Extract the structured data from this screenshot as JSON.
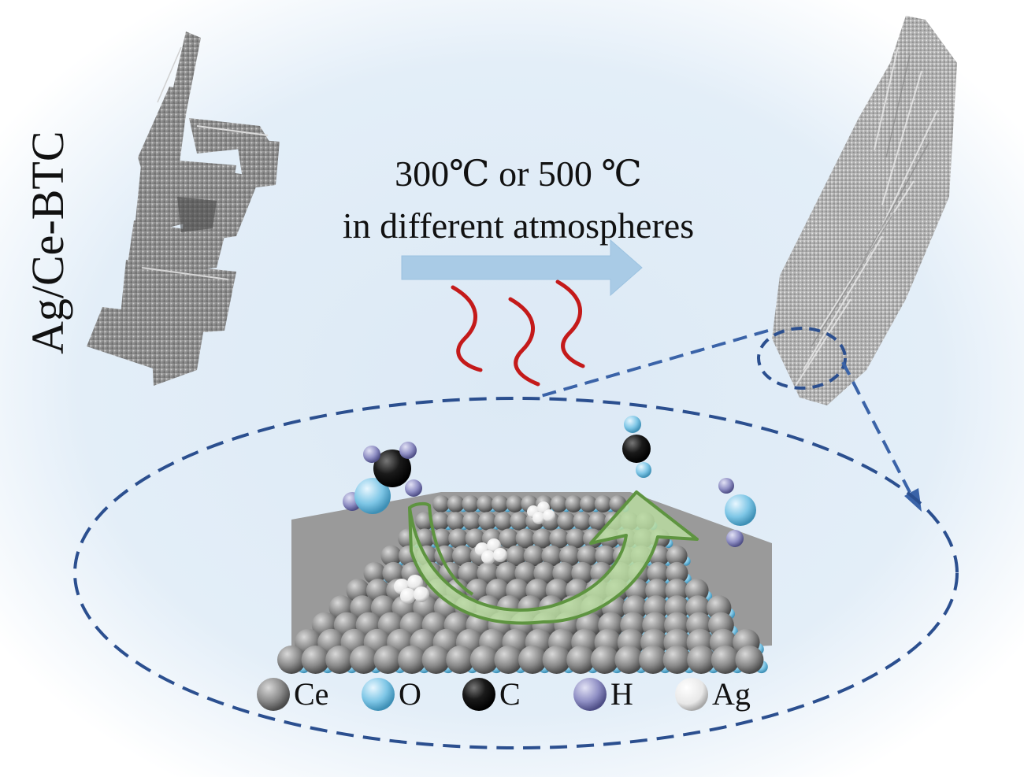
{
  "title_vertical": "Ag/Ce-BTC",
  "process": {
    "line1": "300℃ or 500 ℃",
    "line2": "in different atmospheres"
  },
  "legend": [
    {
      "label": "Ce",
      "color": "#8a8a8a"
    },
    {
      "label": "O",
      "color": "#7ec6e6"
    },
    {
      "label": "C",
      "color": "#111111"
    },
    {
      "label": "H",
      "color": "#8f8fc4"
    },
    {
      "label": "Ag",
      "color": "#f2f2f2"
    }
  ],
  "colors": {
    "arrow": "#a9cbe6",
    "heat": "#c41a1a",
    "dash": "#2b4f8f",
    "cycle_arrow": "#b9dba0",
    "cycle_arrow_stroke": "#5e9440"
  },
  "icons": [
    "sem-image-left",
    "sem-image-right",
    "heat-wave-icon",
    "right-arrow-icon",
    "cycle-arrow-icon"
  ]
}
